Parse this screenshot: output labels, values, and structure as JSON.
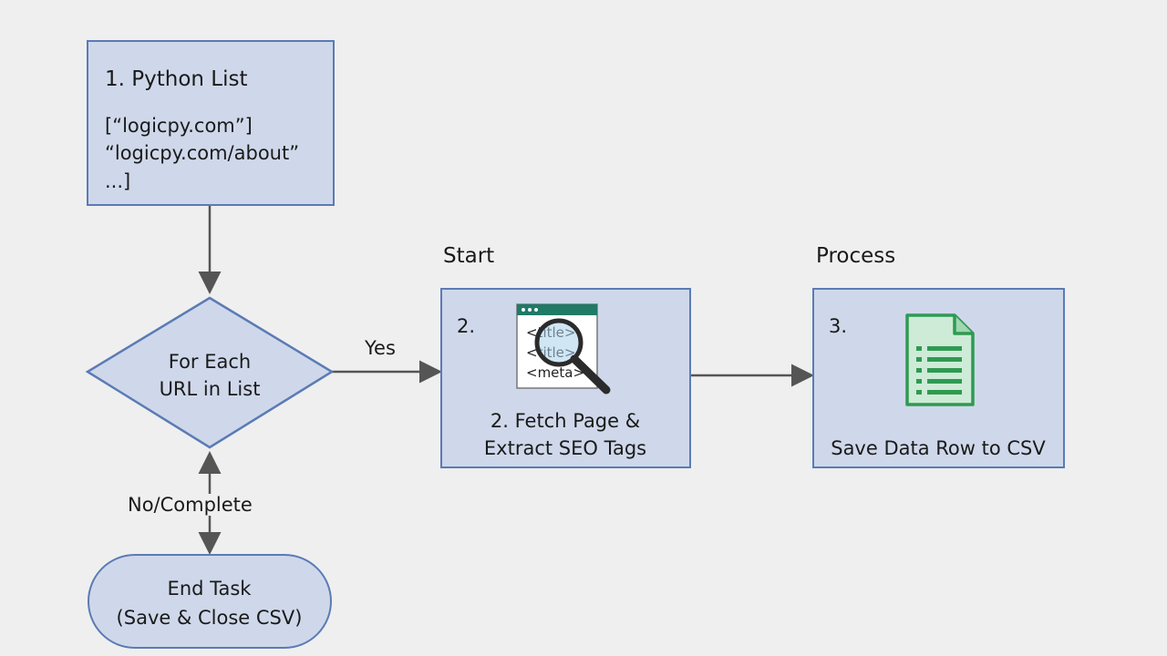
{
  "list_box": {
    "title": "1. Python List",
    "line1": "[“logicpy.com”]",
    "line2": "“logicpy.com/about”",
    "line3": "...]"
  },
  "decision": {
    "line1": "For Each",
    "line2": "URL in List"
  },
  "edges": {
    "yes": "Yes",
    "no_complete": "No/Complete"
  },
  "fetch": {
    "header": "Start",
    "number": "2.",
    "line1": "2. Fetch Page &",
    "line2": "Extract SEO Tags",
    "icon_tags": [
      "<title>",
      "<title>",
      "<meta>"
    ]
  },
  "save": {
    "header": "Process",
    "number": "3.",
    "label": "Save Data Row to CSV"
  },
  "end": {
    "line1": "End Task",
    "line2": "(Save & Close CSV)"
  },
  "colors": {
    "box_fill": "#cfd8ea",
    "box_border": "#5b7bb5",
    "arrow": "#555555",
    "doc_green": "#2e9a52",
    "doc_fill": "#cdebd6",
    "browser_bar": "#1f7a66"
  },
  "icons": [
    "browser-search-icon",
    "spreadsheet-document-icon"
  ]
}
